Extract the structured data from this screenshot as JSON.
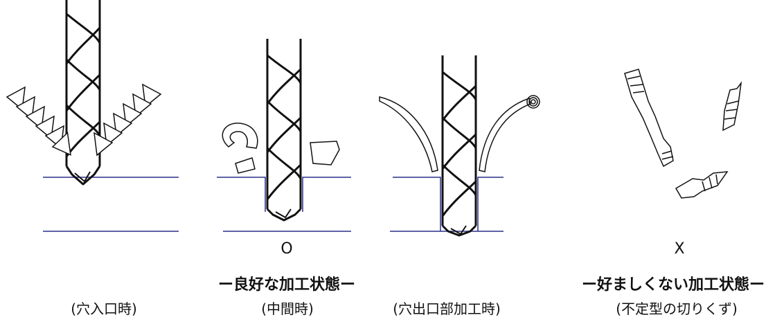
{
  "good_mark": "O",
  "bad_mark": "X",
  "good_heading": "ー良好な加工状態ー",
  "bad_heading": "ー好ましくない加工状態ー",
  "captions": {
    "entry": "(穴入口時)",
    "middle": "(中間時)",
    "exit": "(穴出口部加工時)",
    "irregular": "(不定型の切りくず)"
  },
  "colors": {
    "line": "#111111",
    "workpiece": "#2b2f8a",
    "background": "#ffffff"
  }
}
